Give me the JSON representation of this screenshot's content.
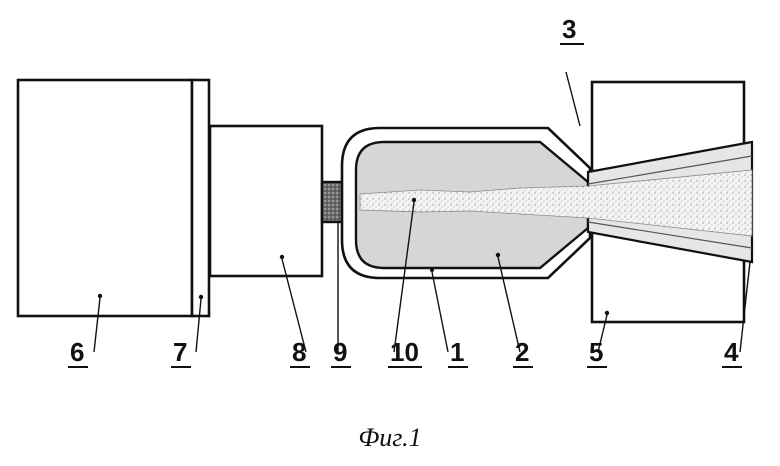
{
  "figure": {
    "caption": "Фиг.1",
    "labels": {
      "l1": "1",
      "l2": "2",
      "l3": "3",
      "l4": "4",
      "l5": "5",
      "l6": "6",
      "l7": "7",
      "l8": "8",
      "l9": "9",
      "l10": "10"
    }
  },
  "colors": {
    "line": "#111111",
    "fill_gas": "#d6d6d6",
    "jet": "#f2f2f2",
    "plug": "#6f6f6f"
  }
}
